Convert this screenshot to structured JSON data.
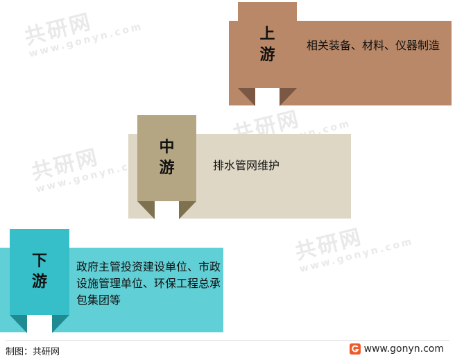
{
  "watermark": {
    "brand": "共研网",
    "url": "www.gonyn.com",
    "logo_glyph": "G"
  },
  "tiers": {
    "upstream": {
      "tab_chars": [
        "上",
        "游"
      ],
      "description": "相关装备、材料、仪器制造",
      "panel_color": "#b98868",
      "tab_color": "#b98868"
    },
    "midstream": {
      "tab_chars": [
        "中",
        "游"
      ],
      "description": "排水管网维护",
      "panel_color": "#ded7c6",
      "tab_color": "#b4a583"
    },
    "downstream": {
      "tab_chars": [
        "下",
        "游"
      ],
      "description": "政府主管投资建设单位、市政设施管理单位、环保工程总承包集团等",
      "panel_color": "#61d0d6",
      "tab_color": "#36bfc9"
    }
  },
  "footer": {
    "credit": "制图：共研网",
    "site": "www.gonyn.com"
  }
}
